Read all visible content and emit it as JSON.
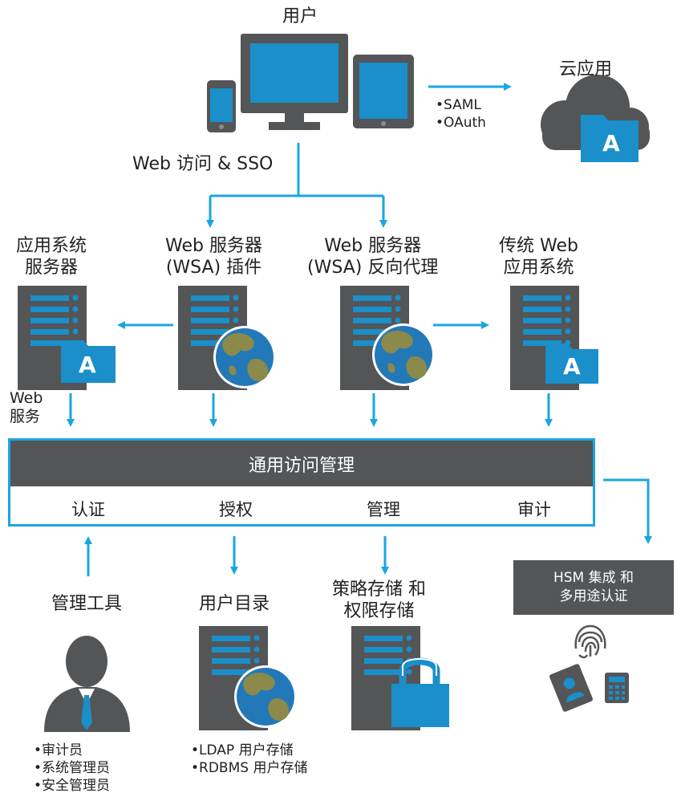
{
  "users": {
    "label": "用户"
  },
  "cloud": {
    "label": "云应用",
    "protocols": [
      "•SAML",
      "•OAuth"
    ],
    "folder_letter": "A"
  },
  "access": {
    "label": "Web 访问 & SSO"
  },
  "servers": {
    "app_server": {
      "line1": "应用系统",
      "line2": "服务器",
      "folder_letter": "A"
    },
    "wsa_plugin": {
      "line1": "Web 服务器",
      "line2": "(WSA) 插件"
    },
    "wsa_proxy": {
      "line1": "Web 服务器",
      "line2": "(WSA) 反向代理"
    },
    "legacy_web": {
      "line1": "传统 Web",
      "line2": "应用系统",
      "folder_letter": "A"
    }
  },
  "web_service": {
    "line1": "Web",
    "line2": "服务"
  },
  "uam": {
    "title": "通用访问管理",
    "functions": [
      "认证",
      "授权",
      "管理",
      "审计"
    ]
  },
  "hsm": {
    "line1": "HSM 集成 和",
    "line2": "多用途认证"
  },
  "admin_tools": {
    "label": "管理工具",
    "roles": [
      "•审计员",
      "•系统管理员",
      "•安全管理员"
    ]
  },
  "user_directory": {
    "label": "用户目录",
    "stores": [
      "•LDAP 用户存储",
      "•RDBMS 用户存储"
    ]
  },
  "policy_store": {
    "line1": "策略存储 和",
    "line2": "权限存储"
  },
  "colors": {
    "accent": "#1aa6e0",
    "dark": "#545557",
    "screen": "#1a8fc9",
    "globe_land": "#8b8a4a",
    "globe_sea": "#2378b8"
  }
}
